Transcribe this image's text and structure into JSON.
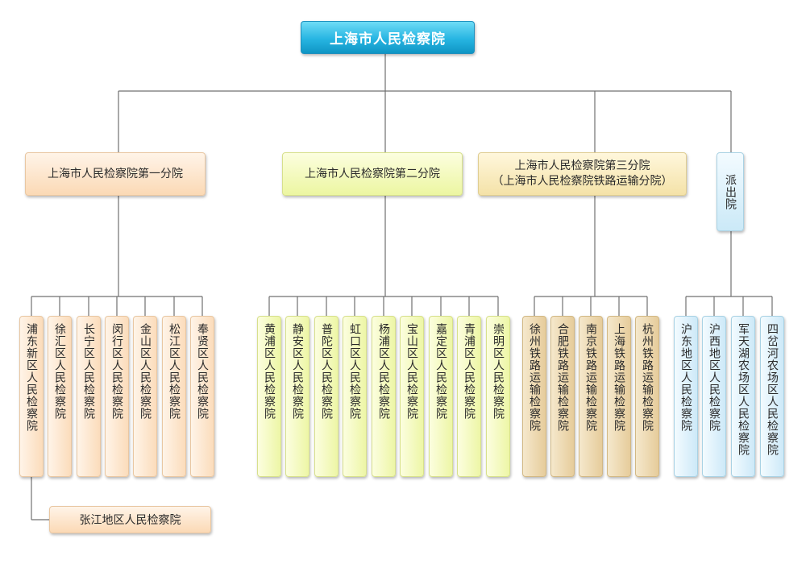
{
  "chart": {
    "root": {
      "label": "上海市人民检察院"
    },
    "branches": [
      {
        "label": "上海市人民检察院第一分院",
        "children": [
          "浦东新区人民检察院",
          "徐汇区人民检察院",
          "长宁区人民检察院",
          "闵行区人民检察院",
          "金山区人民检察院",
          "松江区人民检察院",
          "奉贤区人民检察院"
        ],
        "sub": {
          "label": "张江地区人民检察院"
        }
      },
      {
        "label": "上海市人民检察院第二分院",
        "children": [
          "黄浦区人民检察院",
          "静安区人民检察院",
          "普陀区人民检察院",
          "虹口区人民检察院",
          "杨浦区人民检察院",
          "宝山区人民检察院",
          "嘉定区人民检察院",
          "青浦区人民检察院",
          "崇明区人民检察院"
        ]
      },
      {
        "label": "上海市人民检察院第三分院",
        "label_line2": "（上海市人民检察院铁路运输分院）",
        "children": [
          "徐州铁路运输检察院",
          "合肥铁路运输检察院",
          "南京铁路运输检察院",
          "上海铁路运输检察院",
          "杭州铁路运输检察院"
        ]
      },
      {
        "label": "派出院",
        "children": [
          "沪东地区人民检察院",
          "沪西地区人民检察院",
          "军天湖农场区人民检察院",
          "四岔河农场区人民检察院"
        ]
      }
    ],
    "colors": {
      "line": "#707070",
      "root": "#27b5e2",
      "branch_1": "#fbd9b5",
      "branch_2": "#ecf6a1",
      "branch_3": "#e6cc9b",
      "branch_4": "#cde9f8"
    }
  }
}
